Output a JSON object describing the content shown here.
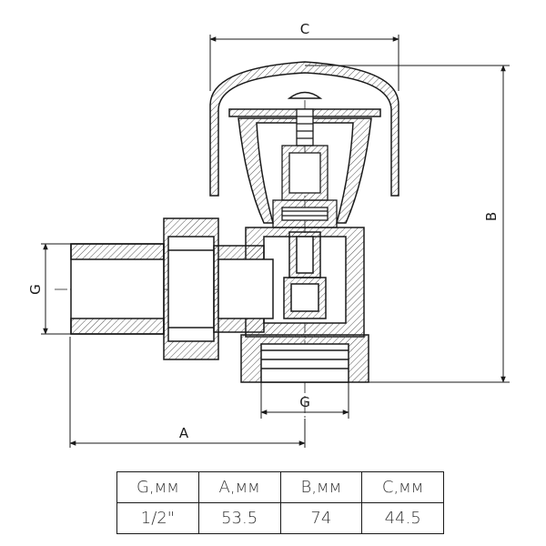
{
  "dimensions": {
    "c_label": "C",
    "b_label": "B",
    "g_left_label": "G",
    "g_bottom_label": "G",
    "a_label": "A"
  },
  "table": {
    "headers": [
      "G,мм",
      "A,мм",
      "B,мм",
      "C,мм"
    ],
    "values": [
      "1/2\"",
      "53.5",
      "74",
      "44.5"
    ]
  },
  "colors": {
    "line": "#1a1a1a",
    "hatch": "#555555",
    "background": "#ffffff"
  }
}
